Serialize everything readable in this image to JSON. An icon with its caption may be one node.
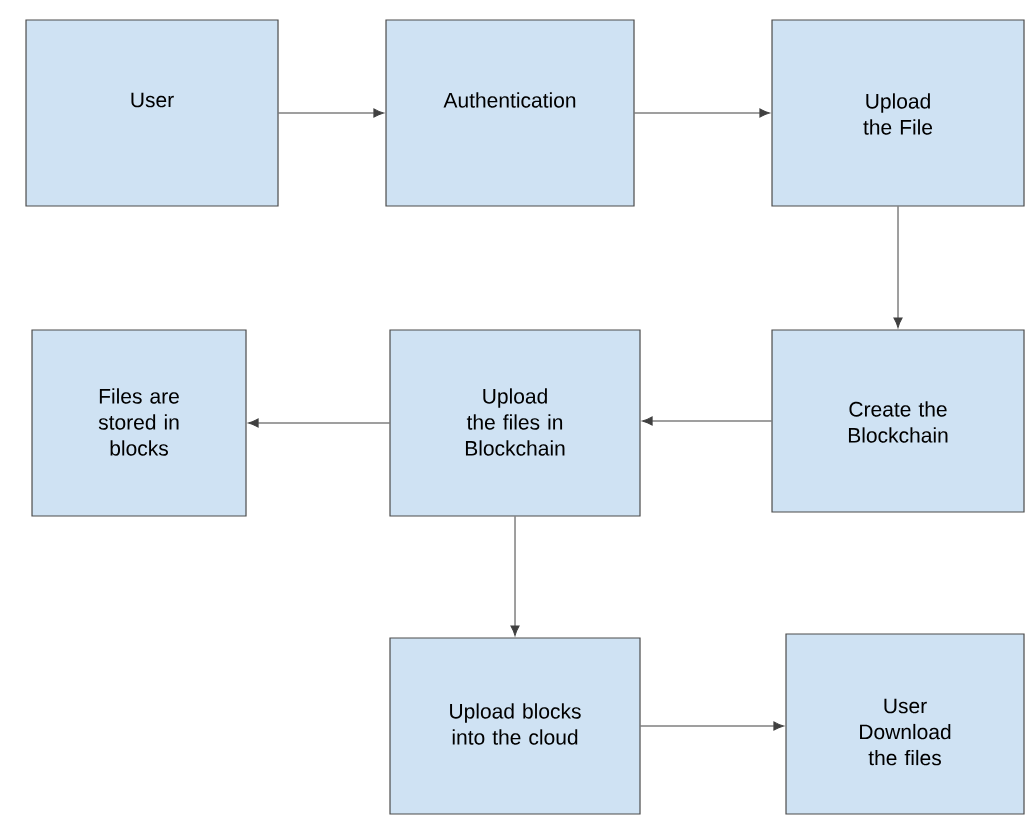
{
  "diagram": {
    "nodes": [
      {
        "text": [
          "User"
        ]
      },
      {
        "text": [
          "Authentication"
        ]
      },
      {
        "text": [
          "Upload the File"
        ]
      },
      {
        "text": [
          "Create the Blockchain"
        ]
      },
      {
        "text": [
          "Upload the files in Blockchain"
        ]
      },
      {
        "text": [
          "Files are stored in blocks"
        ]
      },
      {
        "text": [
          "Upload blocks into the cloud"
        ]
      },
      {
        "text": [
          "User Download the files"
        ]
      }
    ],
    "edges": [
      {
        "from": 0,
        "to": 1,
        "arrow": "to"
      },
      {
        "from": 1,
        "to": 2,
        "arrow": "to"
      },
      {
        "from": 2,
        "to": 3,
        "arrow": "to"
      },
      {
        "from": 3,
        "to": 4,
        "arrow": "to"
      },
      {
        "from": 4,
        "to": 5,
        "arrow": "to"
      },
      {
        "from": 4,
        "to": 6,
        "arrow": "to"
      },
      {
        "from": 6,
        "to": 7,
        "arrow": "to"
      }
    ]
  }
}
